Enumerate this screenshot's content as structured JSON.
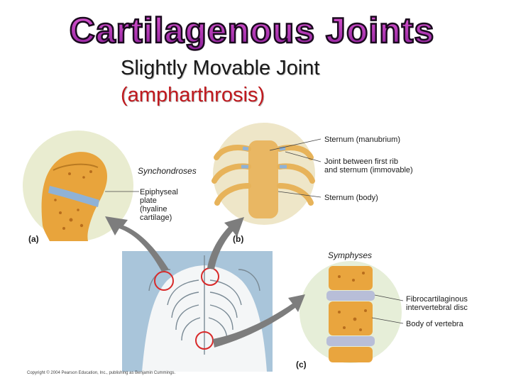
{
  "title": "Cartilagenous Joints",
  "subtitle": "Slightly Movable Joint",
  "subtitle2": "(ampharthrosis)",
  "labels": {
    "synchondroses": "Synchondroses",
    "epiphyseal": [
      "Epiphyseal",
      "plate",
      "(hyaline",
      "cartilage)"
    ],
    "sternum_manubrium": "Sternum (manubrium)",
    "joint_first_rib": [
      "Joint between first rib",
      "and sternum (immovable)"
    ],
    "sternum_body": "Sternum (body)",
    "symphyses": "Symphyses",
    "fibrocartilaginous": [
      "Fibrocartilaginous",
      "intervertebral disc"
    ],
    "body_vertebra": "Body of vertebra"
  },
  "panels": {
    "a": "(a)",
    "b": "(b)",
    "c": "(c)"
  },
  "copyright": "Copyright © 2004 Pearson Education, Inc., publishing as Benjamin Cummings."
}
